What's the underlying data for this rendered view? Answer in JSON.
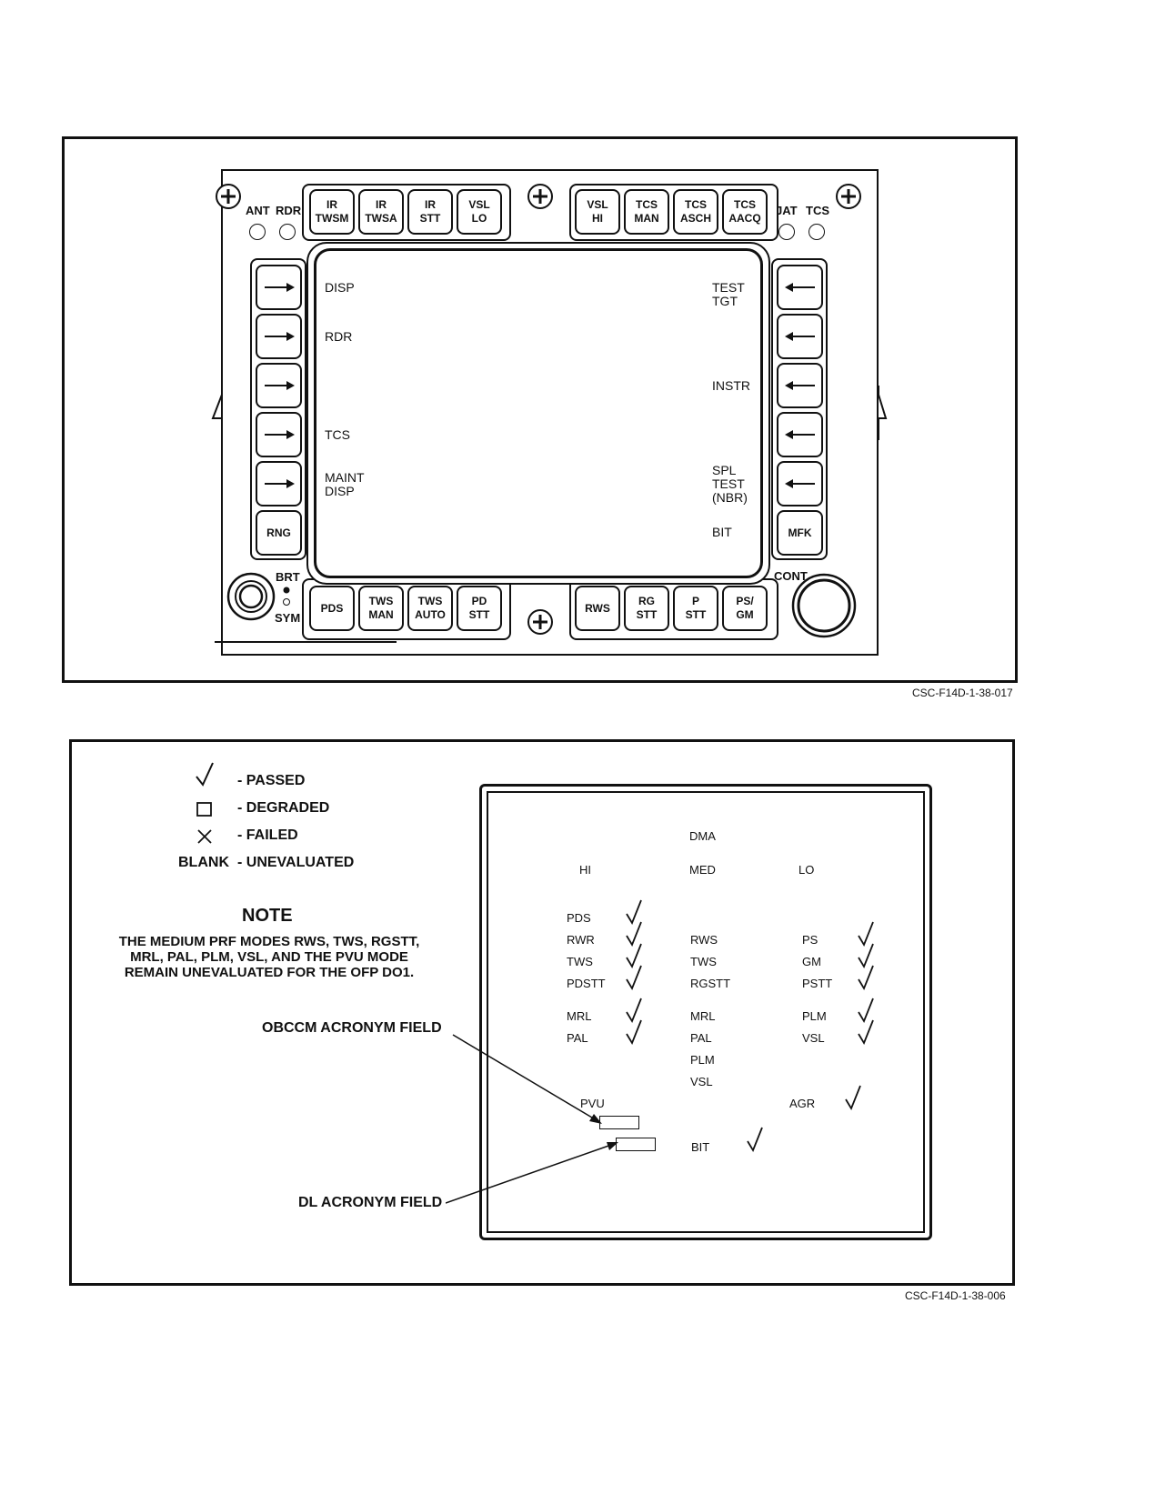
{
  "figure1": {
    "id": "CSC-F14D-1-38-017",
    "indicators": {
      "ant": "ANT",
      "rdr": "RDR",
      "jat": "JAT",
      "tcs": "TCS"
    },
    "top_left_buttons": [
      {
        "line1": "IR",
        "line2": "TWSM"
      },
      {
        "line1": "IR",
        "line2": "TWSA"
      },
      {
        "line1": "IR",
        "line2": "STT"
      },
      {
        "line1": "VSL",
        "line2": "LO"
      }
    ],
    "top_right_buttons": [
      {
        "line1": "VSL",
        "line2": "HI"
      },
      {
        "line1": "TCS",
        "line2": "MAN"
      },
      {
        "line1": "TCS",
        "line2": "ASCH"
      },
      {
        "line1": "TCS",
        "line2": "AACQ"
      }
    ],
    "bottom_left_buttons": [
      {
        "line1": "PDS",
        "line2": ""
      },
      {
        "line1": "TWS",
        "line2": "MAN"
      },
      {
        "line1": "TWS",
        "line2": "AUTO"
      },
      {
        "line1": "PD",
        "line2": "STT"
      }
    ],
    "bottom_right_buttons": [
      {
        "line1": "RWS",
        "line2": ""
      },
      {
        "line1": "RG",
        "line2": "STT"
      },
      {
        "line1": "P",
        "line2": "STT"
      },
      {
        "line1": "PS/",
        "line2": "GM"
      }
    ],
    "left_bottom_button": "RNG",
    "right_bottom_button": "MFK",
    "screen_left": {
      "disp": "DISP",
      "rdr": "RDR",
      "tcs": "TCS",
      "maint1": "MAINT",
      "maint2": "DISP"
    },
    "screen_right": {
      "test1": "TEST",
      "test2": "TGT",
      "instr": "INSTR",
      "spl1": "SPL",
      "spl2": "TEST",
      "spl3": "(NBR)",
      "bit": "BIT"
    },
    "knobs": {
      "brt": "BRT",
      "sym": "SYM",
      "cont": "CONT"
    }
  },
  "figure2": {
    "id": "CSC-F14D-1-38-006",
    "legend": {
      "passed": "- PASSED",
      "degraded": "- DEGRADED",
      "failed": "- FAILED",
      "blank_key": "BLANK",
      "blank_desc": "- UNEVALUATED"
    },
    "note": {
      "title": "NOTE",
      "line1": "THE MEDIUM PRF MODES RWS, TWS, RGSTT,",
      "line2": "MRL, PAL, PLM, VSL, AND THE PVU MODE",
      "line3": "REMAIN UNEVALUATED FOR THE OFP DO1."
    },
    "callouts": {
      "obccm": "OBCCM ACRONYM FIELD",
      "dl": "DL ACRONYM FIELD"
    },
    "display": {
      "title": "DMA",
      "col_hi": "HI",
      "col_med": "MED",
      "col_lo": "LO",
      "hi_items": [
        "PDS",
        "RWR",
        "TWS",
        "PDSTT",
        "MRL",
        "PAL"
      ],
      "med_items": [
        "RWS",
        "TWS",
        "RGSTT",
        "MRL",
        "PAL",
        "PLM",
        "VSL"
      ],
      "lo_items": [
        "PS",
        "GM",
        "PSTT",
        "PLM",
        "VSL"
      ],
      "pvu": "PVU",
      "agr": "AGR",
      "bit": "BIT"
    }
  }
}
